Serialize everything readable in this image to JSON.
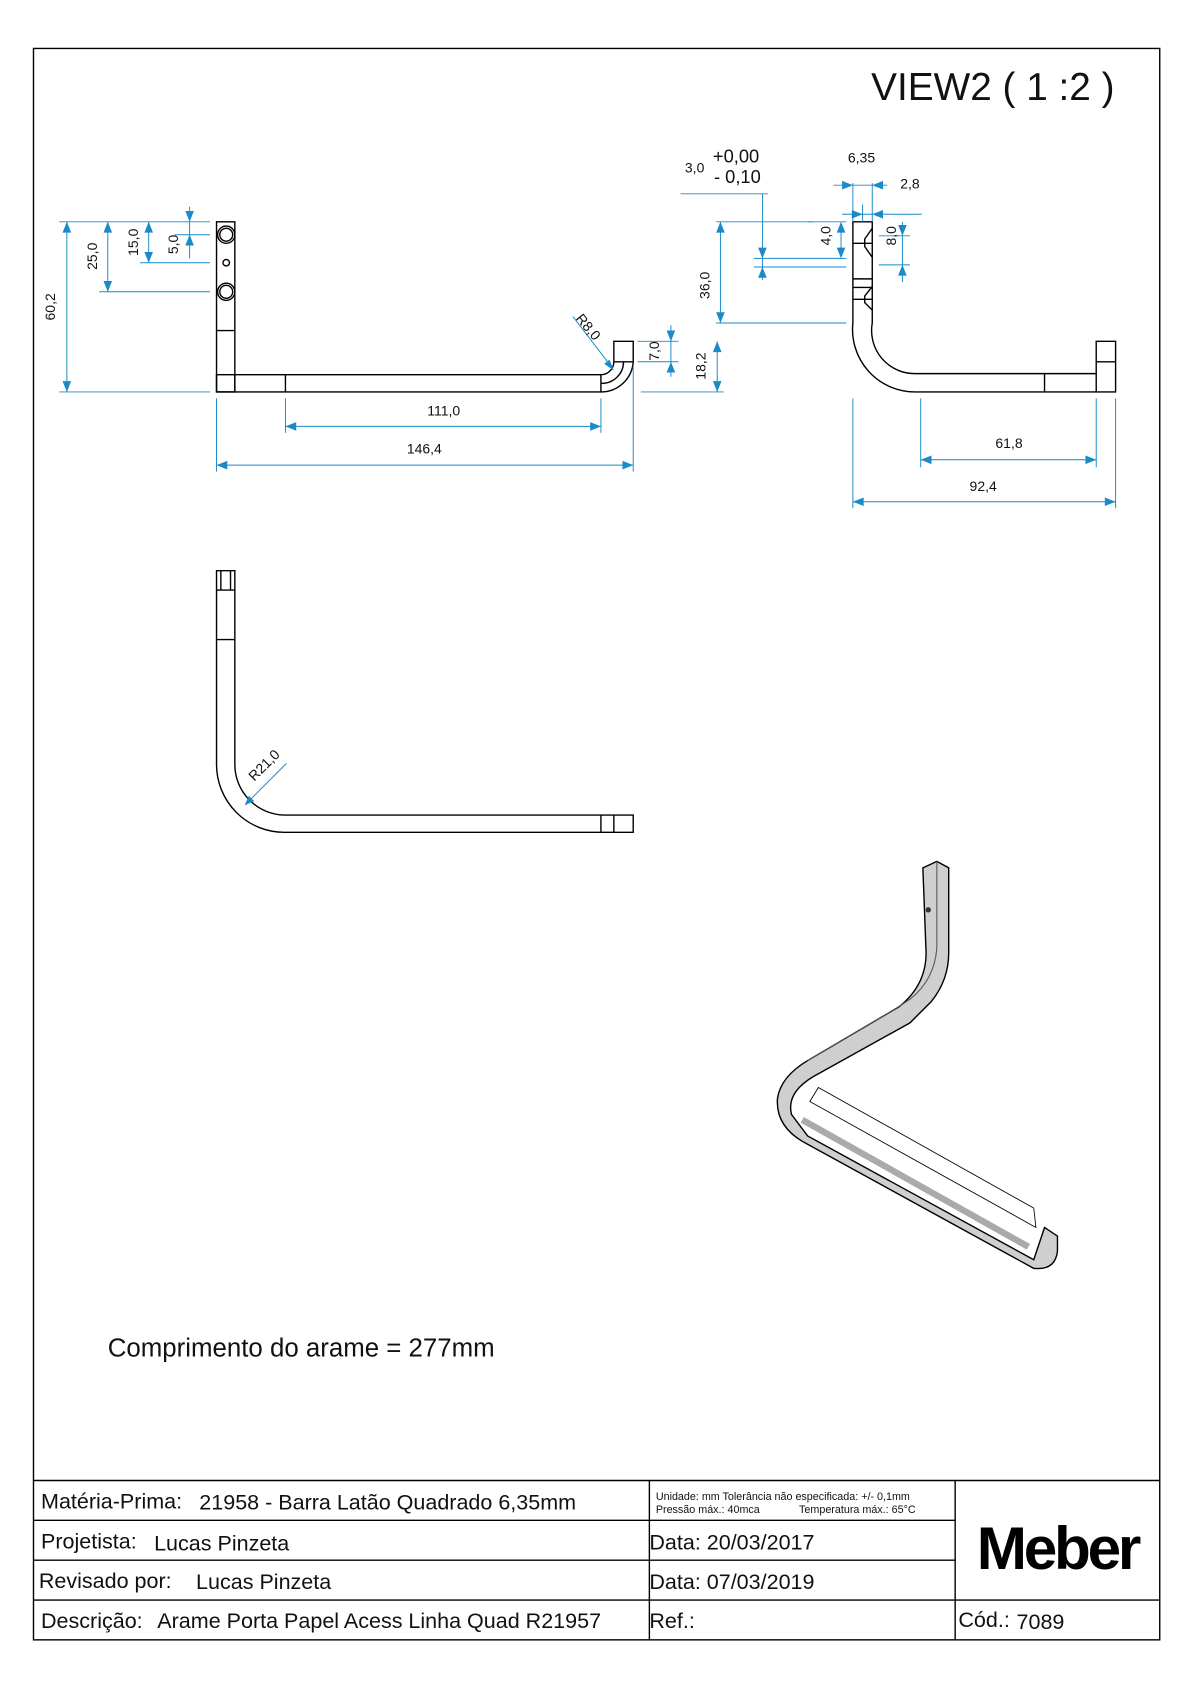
{
  "view_title": "VIEW2 ( 1 :2 )",
  "front_view": {
    "dims": {
      "d60_2": "60,2",
      "d25_0": "25,0",
      "d15_0": "15,0",
      "d5_0": "5,0",
      "d111_0": "111,0",
      "d146_4": "146,4",
      "r8_0": "R8,0",
      "d7_0": "7,0",
      "d18_2": "18,2"
    }
  },
  "side_view": {
    "tol_nominal": "3,0",
    "tol_upper": "+0,00",
    "tol_lower": "- 0,10",
    "dims": {
      "d6_35": "6,35",
      "d2_8": "2,8",
      "d4_0": "4,0",
      "d8_0": "8,0",
      "d36_0": "36,0",
      "d61_8": "61,8",
      "d92_4": "92,4"
    }
  },
  "top_view": {
    "r21_0": "R21,0"
  },
  "wire_length_note": "Comprimento do arame = 277mm",
  "title_block": {
    "materia_prima_label": "Matéria-Prima:",
    "materia_prima_value": "21958 - Barra Latão Quadrado 6,35mm",
    "projetista_label": "Projetista:",
    "projetista_value": "Lucas Pinzeta",
    "revisado_label": "Revisado por:",
    "revisado_value": "Lucas Pinzeta",
    "descricao_label": "Descrição:",
    "descricao_value": "Arame Porta Papel Acess Linha Quad R21957",
    "notes_line1": "Unidade: mm Tolerância não especificada: +/- 0,1mm",
    "notes_line2_a": "Pressão máx.: 40mca",
    "notes_line2_b": "Temperatura máx.: 65°C",
    "data1": "Data: 20/03/2017",
    "data2": "Data: 07/03/2019",
    "ref_label": "Ref.:",
    "logo": "Meber",
    "cod_label": "Cód.:",
    "cod_value": "7089"
  }
}
